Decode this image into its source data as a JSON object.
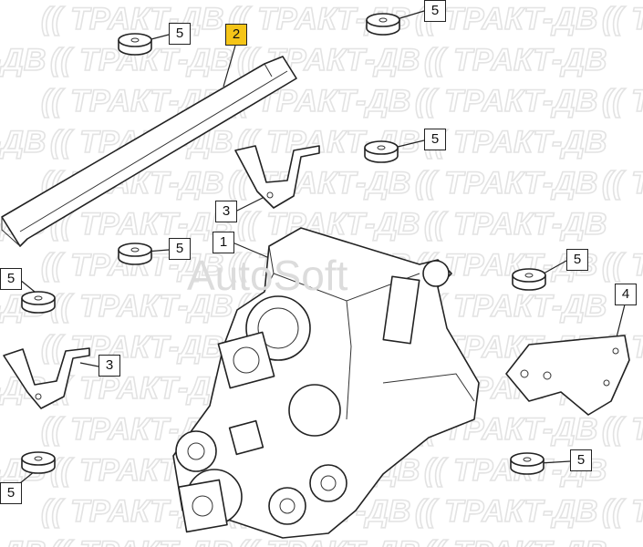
{
  "watermark": {
    "brand": "ТРАКТ-ДВ",
    "overlay": "AutoSoft"
  },
  "highlight_color": "#f5c518",
  "callouts": [
    {
      "id": "c1",
      "label": "5",
      "part": "cushion"
    },
    {
      "id": "c2",
      "label": "2",
      "part": "frame-rail",
      "selected": true
    },
    {
      "id": "c3",
      "label": "5",
      "part": "cushion"
    },
    {
      "id": "c4",
      "label": "5",
      "part": "cushion"
    },
    {
      "id": "c5",
      "label": "3",
      "part": "bracket"
    },
    {
      "id": "c6",
      "label": "1",
      "part": "transfer-case"
    },
    {
      "id": "c7",
      "label": "5",
      "part": "cushion"
    },
    {
      "id": "c8",
      "label": "5",
      "part": "cushion"
    },
    {
      "id": "c9",
      "label": "5",
      "part": "cushion"
    },
    {
      "id": "c10",
      "label": "4",
      "part": "bracket"
    },
    {
      "id": "c11",
      "label": "3",
      "part": "bracket"
    },
    {
      "id": "c12",
      "label": "5",
      "part": "cushion"
    },
    {
      "id": "c13",
      "label": "5",
      "part": "cushion"
    }
  ]
}
